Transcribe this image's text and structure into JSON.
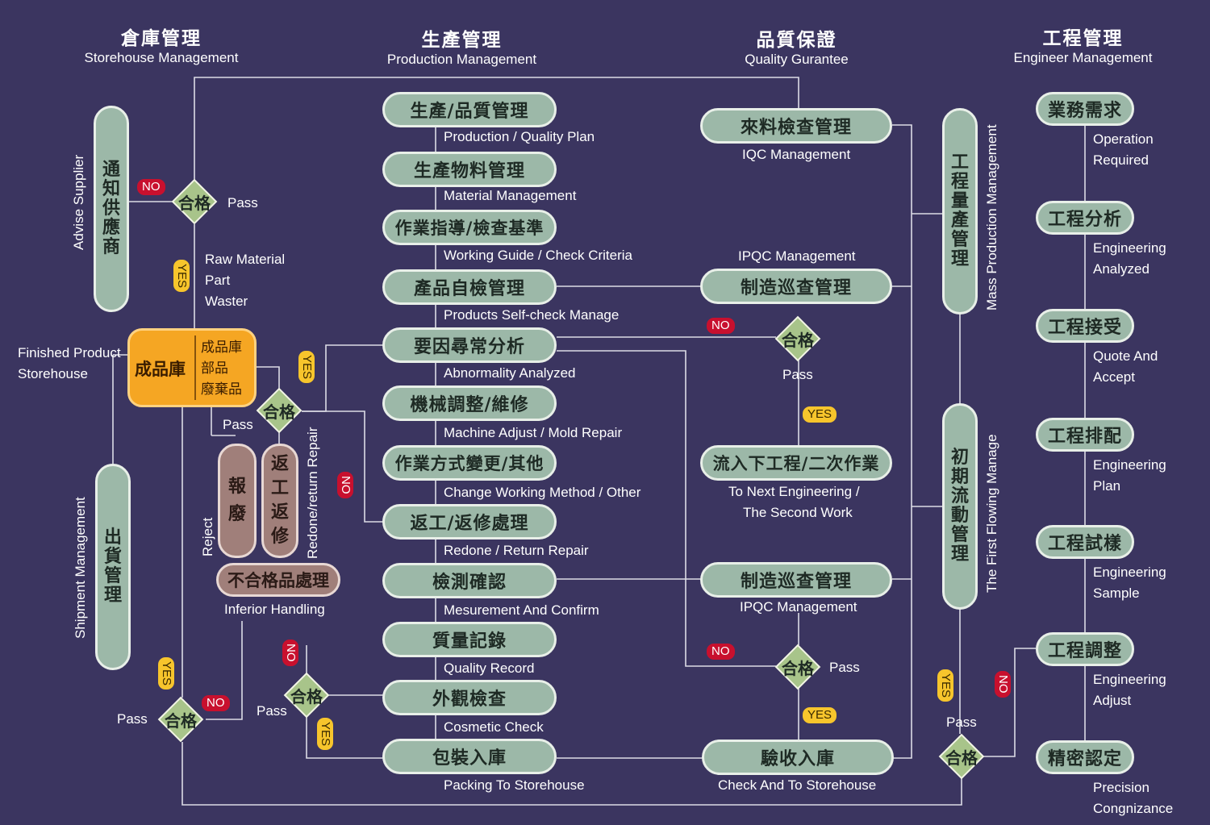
{
  "headers": {
    "storehouse": {
      "zh": "倉庫管理",
      "en": "Storehouse Management"
    },
    "production": {
      "zh": "生產管理",
      "en": "Production Management"
    },
    "quality": {
      "zh": "品質保證",
      "en": "Quality Gurantee"
    },
    "engineer": {
      "zh": "工程管理",
      "en": "Engineer Management"
    }
  },
  "production_steps": [
    {
      "zh": "生產/品質管理",
      "en": "Production / Quality Plan"
    },
    {
      "zh": "生產物料管理",
      "en": "Material Management"
    },
    {
      "zh": "作業指導/檢查基準",
      "en": "Working Guide / Check Criteria"
    },
    {
      "zh": "產品自檢管理",
      "en": "Products Self-check Manage"
    },
    {
      "zh": "要因尋常分析",
      "en": "Abnormality Analyzed"
    },
    {
      "zh": "機械調整/維修",
      "en": "Machine Adjust / Mold Repair"
    },
    {
      "zh": "作業方式變更/其他",
      "en": "Change Working Method / Other"
    },
    {
      "zh": "返工/返修處理",
      "en": "Redone / Return Repair"
    },
    {
      "zh": "檢測確認",
      "en": "Mesurement And Confirm"
    },
    {
      "zh": "質量記錄",
      "en": "Quality Record"
    },
    {
      "zh": "外觀檢查",
      "en": "Cosmetic Check"
    },
    {
      "zh": "包裝入庫",
      "en": "Packing To Storehouse"
    }
  ],
  "quality_steps": {
    "iqc": {
      "zh": "來料檢查管理",
      "en": "IQC Management"
    },
    "ipqc1": {
      "zh": "制造巡查管理",
      "en": "IPQC Management"
    },
    "next": {
      "zh": "流入下工程/二次作業",
      "en1": "To Next Engineering /",
      "en2": "The Second Work"
    },
    "ipqc2": {
      "zh": "制造巡查管理",
      "en": "IPQC Management"
    },
    "check": {
      "zh": "驗收入庫",
      "en": "Check And To Storehouse"
    }
  },
  "engineer_steps": [
    {
      "zh": "業務需求",
      "en1": "Operation",
      "en2": "Required"
    },
    {
      "zh": "工程分析",
      "en1": "Engineering",
      "en2": "Analyzed"
    },
    {
      "zh": "工程接受",
      "en1": "Quote And",
      "en2": "Accept"
    },
    {
      "zh": "工程排配",
      "en1": "Engineering",
      "en2": "Plan"
    },
    {
      "zh": "工程試樣",
      "en1": "Engineering",
      "en2": "Sample"
    },
    {
      "zh": "工程調整",
      "en1": "Engineering",
      "en2": "Adjust"
    },
    {
      "zh": "精密認定",
      "en1": "Precision",
      "en2": "Congnizance"
    }
  ],
  "storehouse": {
    "advise_zh": "通知供應商",
    "advise_en": "Advise Supplier",
    "raw1": "Raw Material",
    "raw2": "Part",
    "raw3": "Waster",
    "finished_zh": "成品庫",
    "finished_list": [
      "成品庫",
      "部品",
      "廢棄品"
    ],
    "finished_en1": "Finished Product",
    "finished_en2": "Storehouse",
    "shipment_zh": "出貨管理",
    "shipment_en": "Shipment Management",
    "reject_zh": "報廢",
    "reject_en": "Reject",
    "redone_zh": "返工返修",
    "redone_en": "Redone/return Repair",
    "inferior_zh": "不合格品處理",
    "inferior_en": "Inferior Handling"
  },
  "mass_production": {
    "zh": "工程量產管理",
    "en": "Mass Production Management"
  },
  "first_flowing": {
    "zh": "初期流動管理",
    "en": "The First Flowing Manage"
  },
  "common": {
    "pass_zh": "合格",
    "pass_en": "Pass",
    "no": "NO",
    "yes": "YES"
  }
}
